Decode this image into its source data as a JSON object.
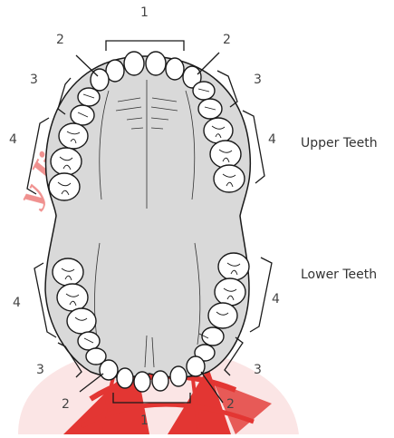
{
  "labels": {
    "upper_teeth": "Upper Teeth",
    "lower_teeth": "Lower Teeth",
    "upper_incisors": "1",
    "upper_left_canine": "2",
    "upper_right_canine": "2",
    "upper_left_premolars": "3",
    "upper_right_premolars": "3",
    "upper_left_molars": "4",
    "upper_right_molars": "4",
    "lower_left_molars": "4",
    "lower_right_molars": "4",
    "lower_left_premolars": "3",
    "lower_right_premolars": "3",
    "lower_left_canine": "2",
    "lower_right_canine": "2",
    "lower_incisors": "1"
  },
  "colors": {
    "palate": "#d9d9d9",
    "tooth": "#ffffff",
    "outline": "#1a1a1a",
    "watermark": "#e0201c"
  }
}
